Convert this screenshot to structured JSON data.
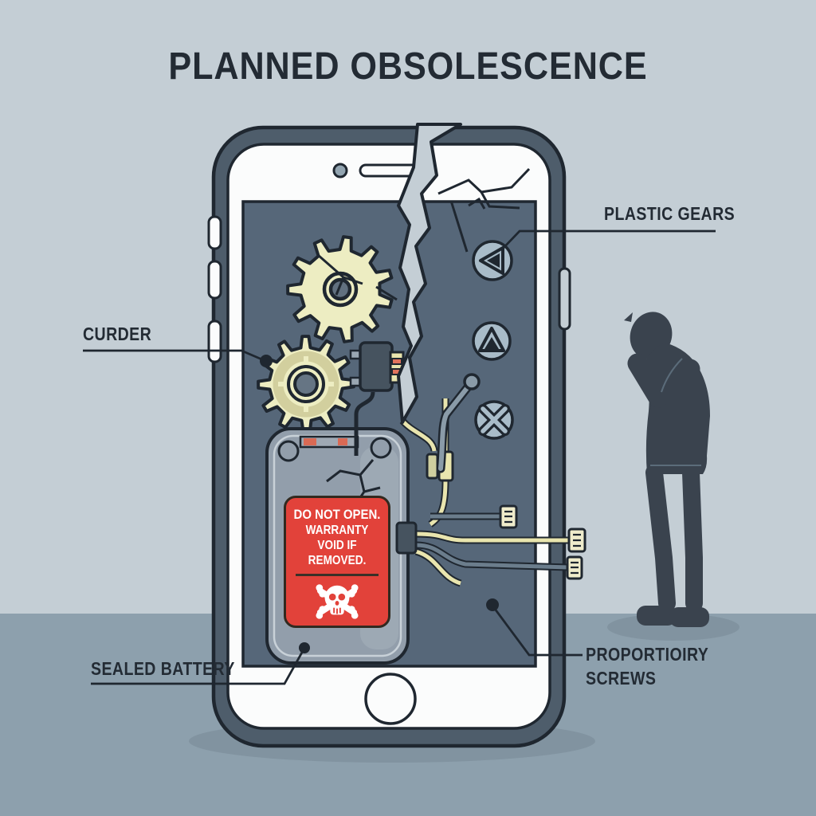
{
  "title": "PLANNED OBSOLESCENCE",
  "callouts": {
    "plastic_gears": "PLASTIC GEARS",
    "curder": "CURDER",
    "sealed_battery": "SEALED BATTERY",
    "proprietary_line1": "PROPORTIOIRY",
    "proprietary_line2": "SCREWS"
  },
  "warning_sticker": {
    "line1": "DO NOT OPEN.",
    "line2": "WARRANTY",
    "line3": "VOID IF REMOVED.",
    "icon": "skull-crossbones-icon"
  },
  "scene_elements": {
    "phone": "cracked-smartphone-with-exposed-internals",
    "person": "facepalming-person-silhouette",
    "gears": "two-plastic-gears",
    "screws": [
      "triangle-left-screw",
      "triangle-up-screw",
      "cross-screw"
    ],
    "battery": "sealed-battery-with-warning-sticker"
  },
  "colors": {
    "bg": "#c4ced5",
    "floor": "#8da0ad",
    "shadow": "#7f919e",
    "outline": "#1f2730",
    "phone": "#4e5d6b",
    "face": "#fbfcfc",
    "screen": "#566779",
    "gear": "#ededc2",
    "gearShade": "#d2cf9e",
    "screw": "#a9bcc9",
    "battery": "#929eab",
    "batteryLine": "#c8d1d8",
    "danger": "#e2423a",
    "wireY": "#e9e5ae",
    "wireG": "#6b7d8c",
    "person": "#3a434e",
    "ink": "#232b34"
  }
}
